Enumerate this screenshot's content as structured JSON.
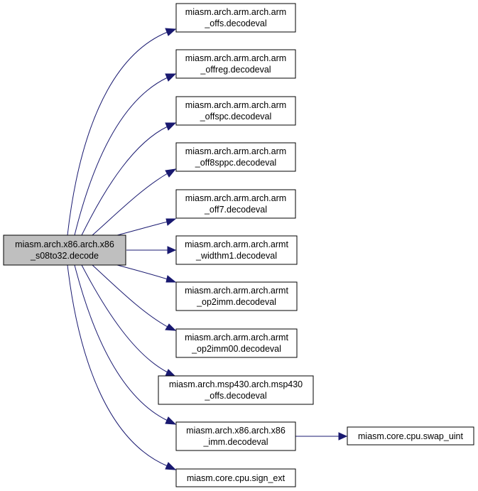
{
  "graph": {
    "root": {
      "id": "root",
      "lines": [
        "miasm.arch.x86.arch.x86",
        "_s08to32.decode"
      ],
      "fill": "#bfbfbf"
    },
    "nodes": [
      {
        "id": "n1",
        "lines": [
          "miasm.arch.arm.arch.arm",
          "_offs.decodeval"
        ]
      },
      {
        "id": "n2",
        "lines": [
          "miasm.arch.arm.arch.arm",
          "_offreg.decodeval"
        ]
      },
      {
        "id": "n3",
        "lines": [
          "miasm.arch.arm.arch.arm",
          "_offspc.decodeval"
        ]
      },
      {
        "id": "n4",
        "lines": [
          "miasm.arch.arm.arch.arm",
          "_off8sppc.decodeval"
        ]
      },
      {
        "id": "n5",
        "lines": [
          "miasm.arch.arm.arch.arm",
          "_off7.decodeval"
        ]
      },
      {
        "id": "n6",
        "lines": [
          "miasm.arch.arm.arch.armt",
          "_widthm1.decodeval"
        ]
      },
      {
        "id": "n7",
        "lines": [
          "miasm.arch.arm.arch.armt",
          "_op2imm.decodeval"
        ]
      },
      {
        "id": "n8",
        "lines": [
          "miasm.arch.arm.arch.armt",
          "_op2imm00.decodeval"
        ]
      },
      {
        "id": "n9",
        "lines": [
          "miasm.arch.msp430.arch.msp430",
          "_offs.decodeval"
        ]
      },
      {
        "id": "n10",
        "lines": [
          "miasm.arch.x86.arch.x86",
          "_imm.decodeval"
        ]
      },
      {
        "id": "n11",
        "lines": [
          "miasm.core.cpu.sign_ext"
        ]
      },
      {
        "id": "n12",
        "lines": [
          "miasm.core.cpu.swap_uint"
        ]
      }
    ],
    "edges": [
      {
        "from": "root",
        "to": "n1"
      },
      {
        "from": "root",
        "to": "n2"
      },
      {
        "from": "root",
        "to": "n3"
      },
      {
        "from": "root",
        "to": "n4"
      },
      {
        "from": "root",
        "to": "n5"
      },
      {
        "from": "root",
        "to": "n6"
      },
      {
        "from": "root",
        "to": "n7"
      },
      {
        "from": "root",
        "to": "n8"
      },
      {
        "from": "root",
        "to": "n9"
      },
      {
        "from": "root",
        "to": "n10"
      },
      {
        "from": "root",
        "to": "n11"
      },
      {
        "from": "n10",
        "to": "n12"
      }
    ],
    "edge_color": "#191970"
  }
}
